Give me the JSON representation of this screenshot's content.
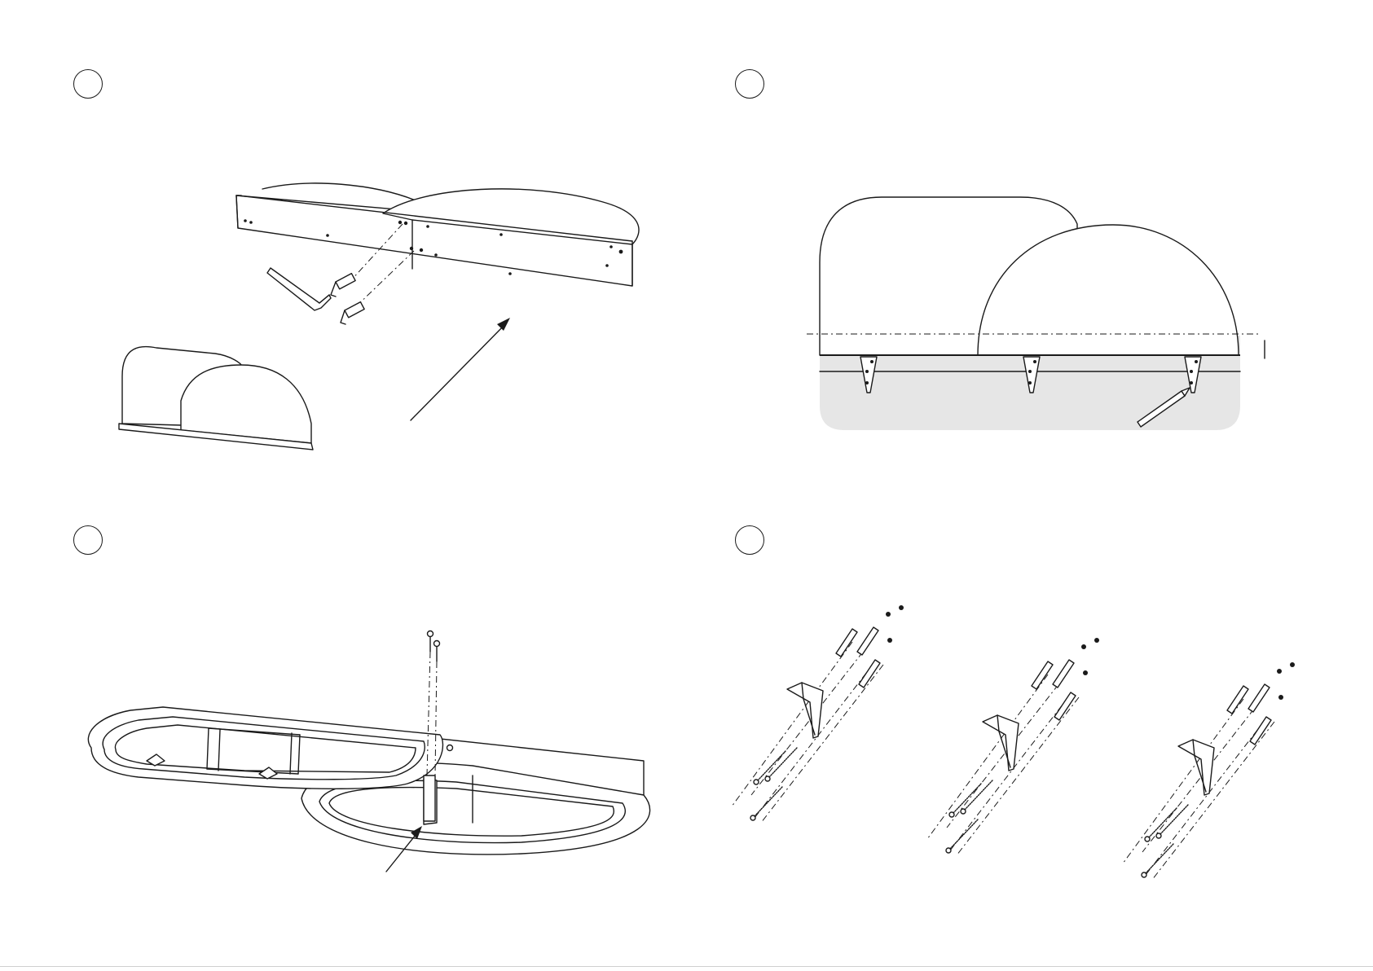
{
  "steps": [
    {
      "id": "step-1",
      "number": ""
    },
    {
      "id": "step-2",
      "number": ""
    },
    {
      "id": "step-3",
      "number": ""
    },
    {
      "id": "step-4",
      "number": ""
    }
  ],
  "colors": {
    "ink": "#1a1a1a",
    "wall": "#e6e6e6",
    "paper": "#ffffff"
  },
  "icons": [
    "allen-key-icon",
    "connector-bolt-icon",
    "screw-icon",
    "wall-plug-icon",
    "bracket-icon",
    "pencil-icon",
    "arrow-icon"
  ]
}
